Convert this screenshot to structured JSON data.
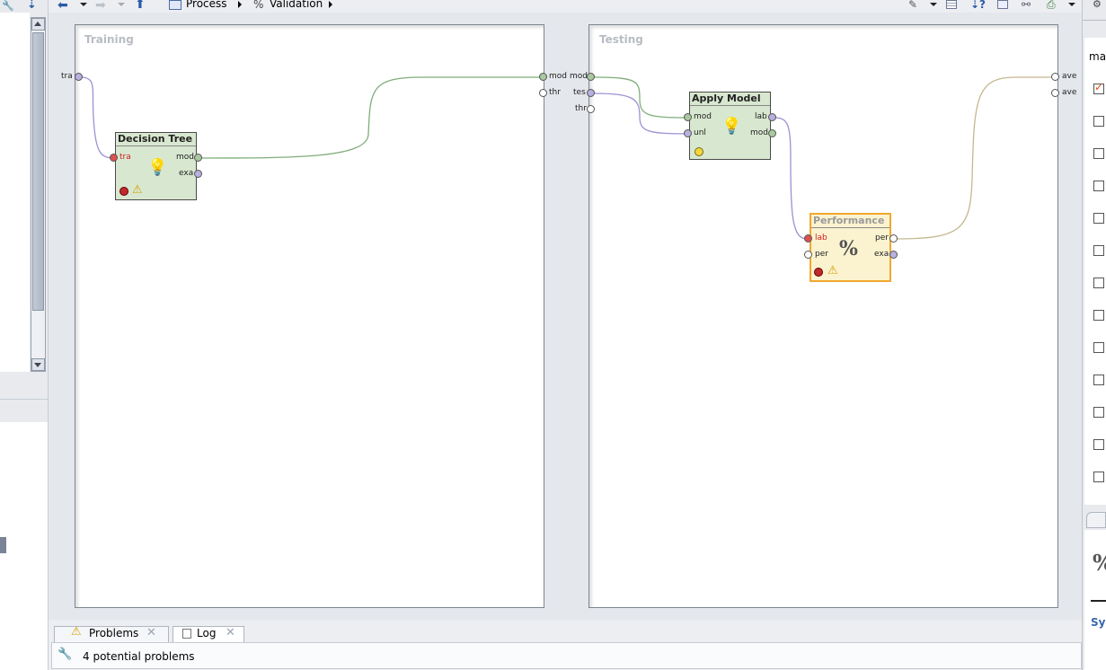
{
  "toolbar": {
    "breadcrumb": [
      "Process",
      "Validation"
    ]
  },
  "training": {
    "title": "Training",
    "input_port": "tra",
    "output_ports": [
      "mod",
      "thr"
    ]
  },
  "testing": {
    "title": "Testing",
    "input_ports": [
      "mod",
      "tes",
      "thr"
    ],
    "output_ports": [
      "ave",
      "ave"
    ]
  },
  "operators": {
    "decision_tree": {
      "title": "Decision Tree",
      "in": [
        "tra"
      ],
      "out": [
        "mod",
        "exa"
      ]
    },
    "apply_model": {
      "title": "Apply Model",
      "in": [
        "mod",
        "unl"
      ],
      "out": [
        "lab",
        "mod"
      ]
    },
    "performance": {
      "title": "Performance",
      "in": [
        "lab",
        "per"
      ],
      "out": [
        "per",
        "exa"
      ]
    }
  },
  "tabs": {
    "problems": "Problems",
    "log": "Log"
  },
  "status": {
    "message": "4 potential problems"
  },
  "right_panel": {
    "header": "ma",
    "symbol": "%",
    "link": "Sy"
  },
  "colors": {
    "green_wire": "#7fae7a",
    "purple_wire": "#9a92d4",
    "tan_wire": "#c4b890",
    "operator_fill": "#d8e8d0",
    "performance_fill": "#fbf3cf",
    "performance_border": "#f0a830"
  }
}
